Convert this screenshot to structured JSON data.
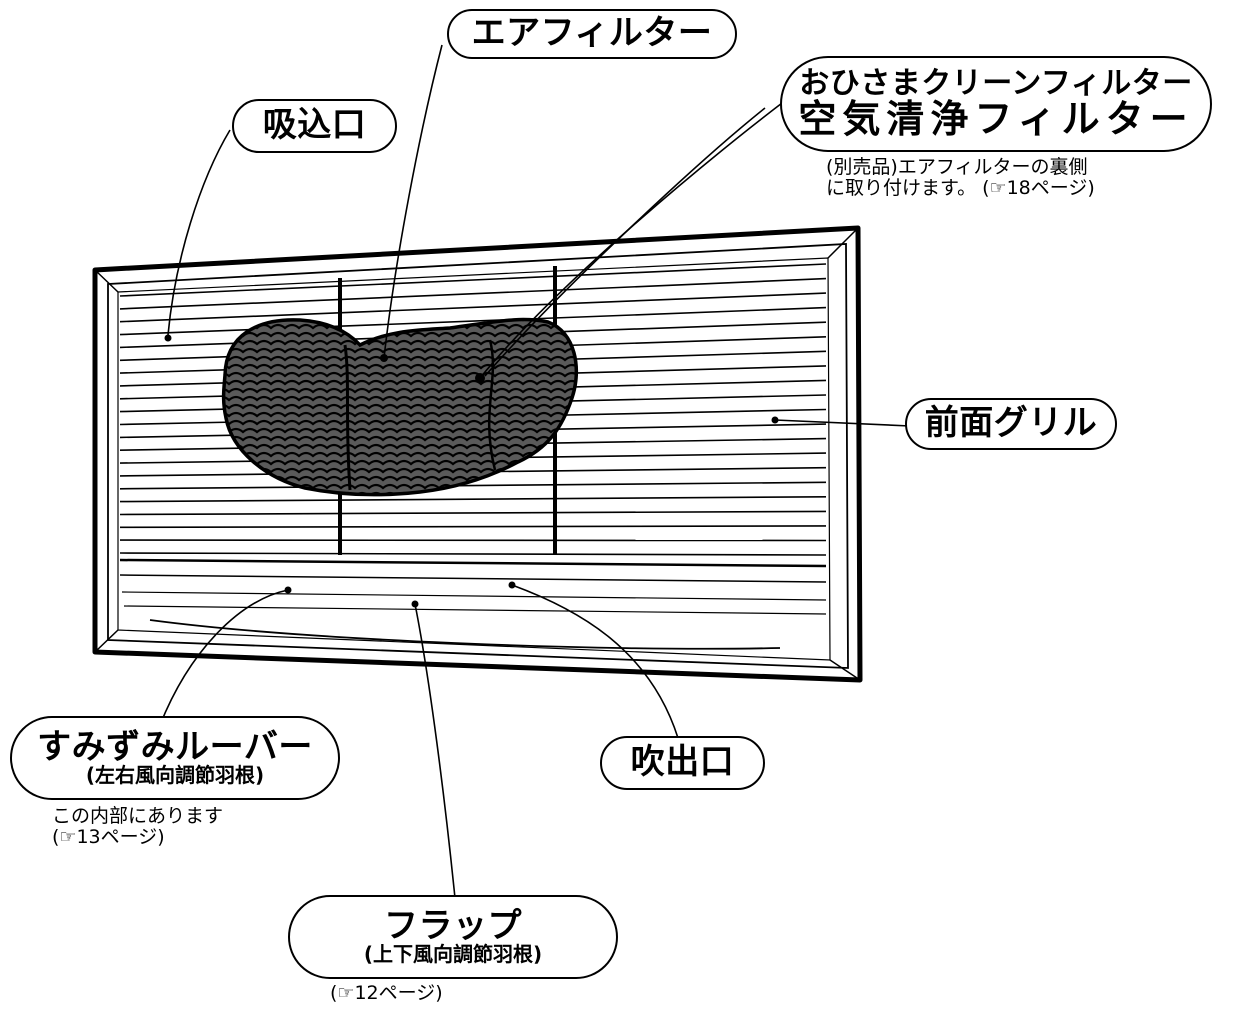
{
  "labels": {
    "air_filter": "エアフィルター",
    "ohisama_filter": "おひさまクリーンフィルター",
    "air_clean_filter": "空気清浄フィルター",
    "ohisama_note_line1": "(別売品)エアフィルターの裏側",
    "ohisama_note_line2": "に取り付けます。 (☞18ページ)",
    "intake": "吸込口",
    "front_grille": "前面グリル",
    "louver": "すみずみルーバー",
    "louver_sub": "(左右風向調節羽根)",
    "louver_note_line1": "この内部にあります",
    "louver_note_line2": "(☞13ページ)",
    "outlet": "吹出口",
    "flap": "フラップ",
    "flap_sub": "(上下風向調節羽根)",
    "flap_note": "(☞12ページ)"
  },
  "colors": {
    "line": "#000000",
    "background": "#ffffff"
  }
}
